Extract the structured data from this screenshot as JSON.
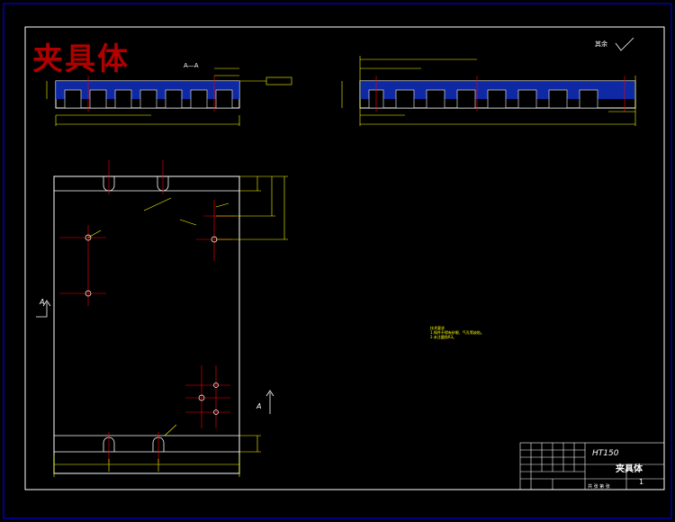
{
  "drawing": {
    "title_cn": "夹具体",
    "material": "HT150",
    "part_name": "夹具体",
    "quantity": "1",
    "section_label": "A—A",
    "roughness_label": "其余",
    "view_label_left": "A",
    "view_label_right": "A",
    "scale_text": "共  张 第  张",
    "notes": [
      "技术要求",
      "1.铸件不得有砂眼、气孔等缺陷。",
      "2.未注圆角R3。"
    ]
  },
  "colors": {
    "background": "#000000",
    "frame": "#0000ff",
    "outline": "#ffffff",
    "dimension": "#ffff00",
    "centerline": "#ff0000",
    "hatch": "#2040ff",
    "watermark": "#b00000"
  }
}
